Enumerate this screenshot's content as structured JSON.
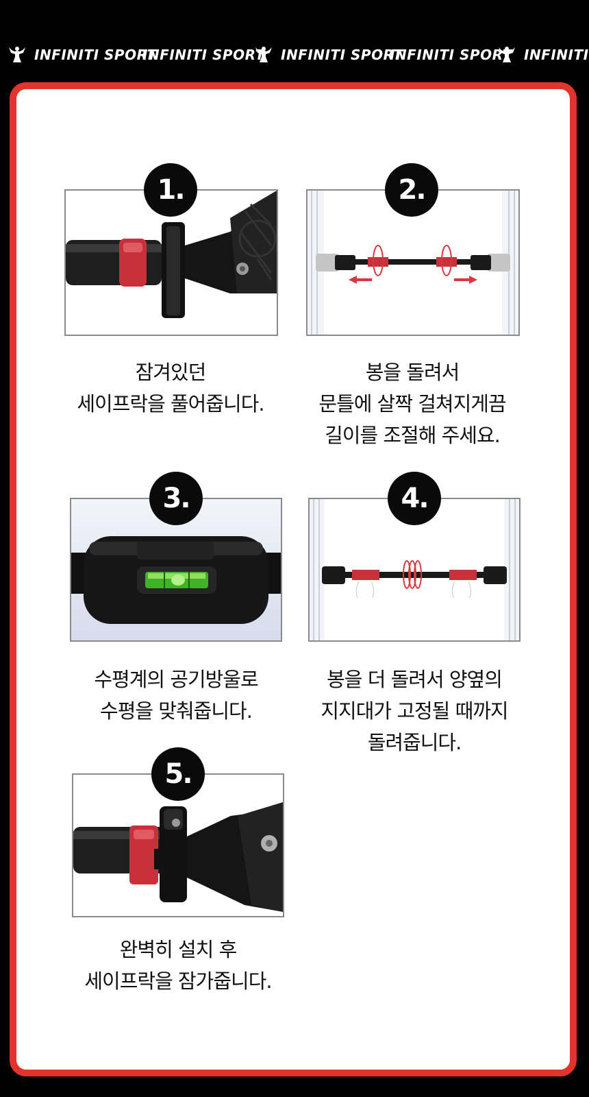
{
  "brand": {
    "name": "INFINITI SPORT",
    "logo_icon": "muscle-man-logo-icon"
  },
  "colors": {
    "accent": "#e0342c",
    "background": "#000000",
    "card": "#ffffff"
  },
  "steps": [
    {
      "number": "1.",
      "line1": "잠겨있던",
      "line2": "세이프락을 풀어줍니다.",
      "line3": ""
    },
    {
      "number": "2.",
      "line1": "봉을 돌려서",
      "line2": "문틀에 살짝 걸쳐지게끔",
      "line3": "길이를 조절해 주세요."
    },
    {
      "number": "3.",
      "line1": "수평계의 공기방울로",
      "line2": "수평을 맞춰줍니다.",
      "line3": ""
    },
    {
      "number": "4.",
      "line1": "봉을 더 돌려서 양옆의",
      "line2": "지지대가 고정될 때까지",
      "line3": "돌려줍니다."
    },
    {
      "number": "5.",
      "line1": "완벽히 설치 후",
      "line2": "세이프락을 잠가줍니다.",
      "line3": ""
    }
  ]
}
